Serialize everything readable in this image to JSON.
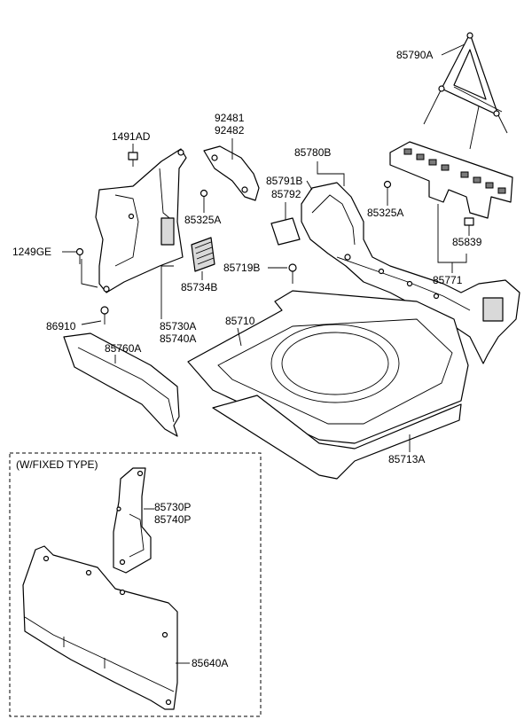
{
  "labels": {
    "p85790A": "85790A",
    "p92481": "92481",
    "p92482": "92482",
    "p1491AD": "1491AD",
    "p85780B": "85780B",
    "p85791B": "85791B",
    "p85792": "85792",
    "p85325A_left": "85325A",
    "p85325A_right": "85325A",
    "p1249GE": "1249GE",
    "p85839": "85839",
    "p85719B": "85719B",
    "p85734B": "85734B",
    "p85771": "85771",
    "p85710": "85710",
    "p86910": "86910",
    "p85730A": "85730A",
    "p85740A": "85740A",
    "p85760A": "85760A",
    "p85713A": "85713A",
    "p85730P": "85730P",
    "p85740P": "85740P",
    "p85640A": "85640A"
  },
  "fixed_type_box": {
    "title": "(W/FIXED TYPE)"
  }
}
